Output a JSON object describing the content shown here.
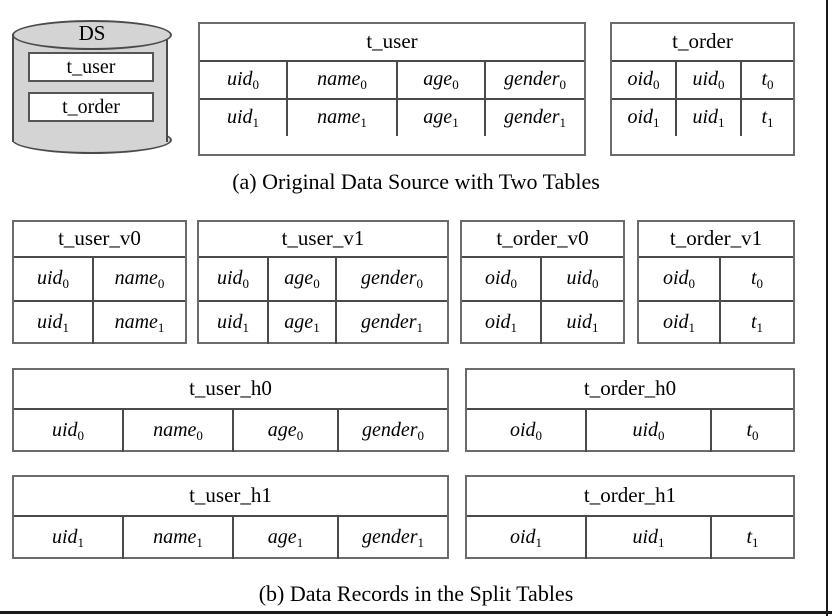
{
  "figure": {
    "caption_a": "(a) Original Data Source with Two Tables",
    "caption_b": "(b) Data Records in the Split Tables"
  },
  "datasource": {
    "label": "DS",
    "tables": [
      "t_user",
      "t_order"
    ]
  },
  "original_tables": [
    {
      "name": "t_user",
      "rows": [
        [
          "uid",
          "name",
          "age",
          "gender"
        ],
        [
          "uid",
          "name",
          "age",
          "gender"
        ]
      ],
      "subscripts": [
        [
          "0",
          "0",
          "0",
          "0"
        ],
        [
          "1",
          "1",
          "1",
          "1"
        ]
      ]
    },
    {
      "name": "t_order",
      "rows": [
        [
          "oid",
          "uid",
          "t"
        ],
        [
          "oid",
          "uid",
          "t"
        ]
      ],
      "subscripts": [
        [
          "0",
          "0",
          "0"
        ],
        [
          "1",
          "1",
          "1"
        ]
      ]
    }
  ],
  "vertical_split_tables": [
    {
      "name": "t_user_v0",
      "rows": [
        [
          "uid",
          "name"
        ],
        [
          "uid",
          "name"
        ]
      ],
      "subscripts": [
        [
          "0",
          "0"
        ],
        [
          "1",
          "1"
        ]
      ]
    },
    {
      "name": "t_user_v1",
      "rows": [
        [
          "uid",
          "age",
          "gender"
        ],
        [
          "uid",
          "age",
          "gender"
        ]
      ],
      "subscripts": [
        [
          "0",
          "0",
          "0"
        ],
        [
          "1",
          "1",
          "1"
        ]
      ]
    },
    {
      "name": "t_order_v0",
      "rows": [
        [
          "oid",
          "uid"
        ],
        [
          "oid",
          "uid"
        ]
      ],
      "subscripts": [
        [
          "0",
          "0"
        ],
        [
          "1",
          "1"
        ]
      ]
    },
    {
      "name": "t_order_v1",
      "rows": [
        [
          "oid",
          "t"
        ],
        [
          "oid",
          "t"
        ]
      ],
      "subscripts": [
        [
          "0",
          "0"
        ],
        [
          "1",
          "1"
        ]
      ]
    }
  ],
  "horizontal_split_tables": [
    {
      "name": "t_user_h0",
      "rows": [
        [
          "uid",
          "name",
          "age",
          "gender"
        ]
      ],
      "subscripts": [
        [
          "0",
          "0",
          "0",
          "0"
        ]
      ]
    },
    {
      "name": "t_order_h0",
      "rows": [
        [
          "oid",
          "uid",
          "t"
        ]
      ],
      "subscripts": [
        [
          "0",
          "0",
          "0"
        ]
      ]
    },
    {
      "name": "t_user_h1",
      "rows": [
        [
          "uid",
          "name",
          "age",
          "gender"
        ]
      ],
      "subscripts": [
        [
          "1",
          "1",
          "1",
          "1"
        ]
      ]
    },
    {
      "name": "t_order_h1",
      "rows": [
        [
          "oid",
          "uid",
          "t"
        ]
      ],
      "subscripts": [
        [
          "1",
          "1",
          "1"
        ]
      ]
    }
  ]
}
